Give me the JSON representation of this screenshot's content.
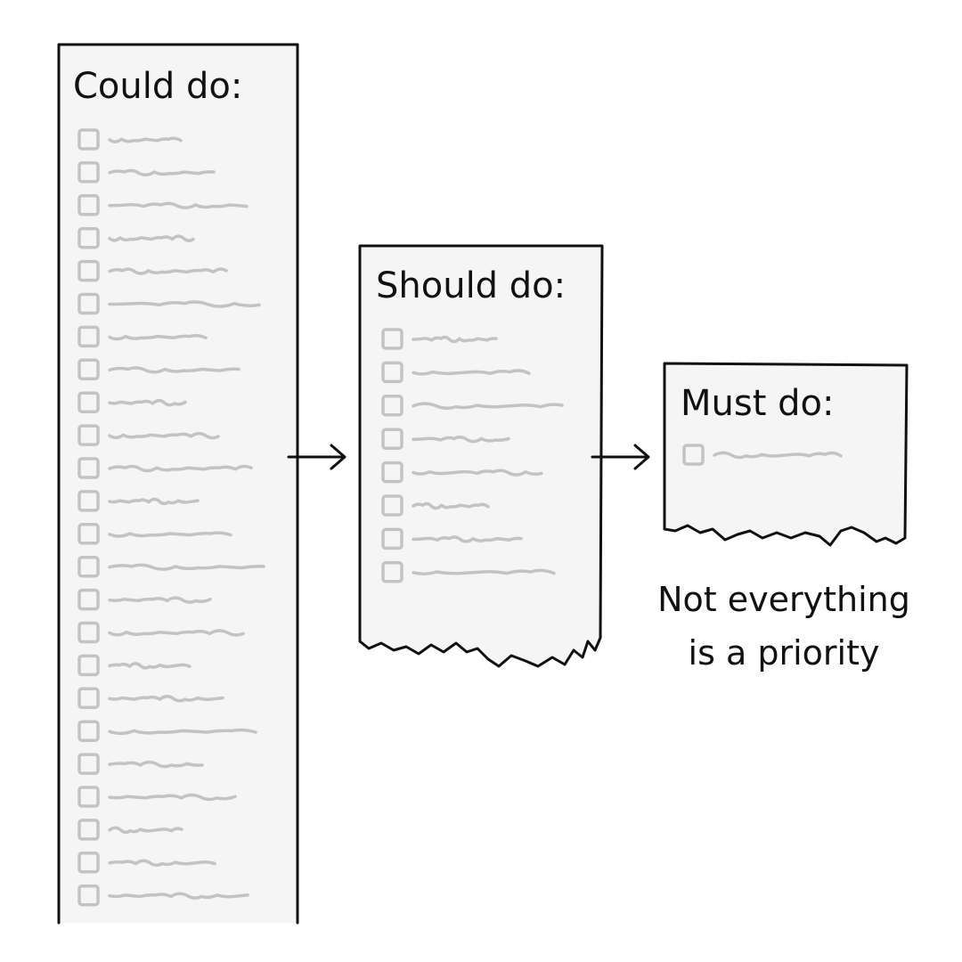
{
  "lists": [
    {
      "id": "could",
      "title": "Could do:",
      "item_count": 24
    },
    {
      "id": "should",
      "title": "Should do:",
      "item_count": 8
    },
    {
      "id": "must",
      "title": "Must do:",
      "item_count": 1
    }
  ],
  "caption": {
    "line1": "Not everything",
    "line2": "is a priority"
  },
  "colors": {
    "ink": "#111111",
    "paper": "#f5f5f5",
    "placeholder": "#c3c3c3"
  }
}
